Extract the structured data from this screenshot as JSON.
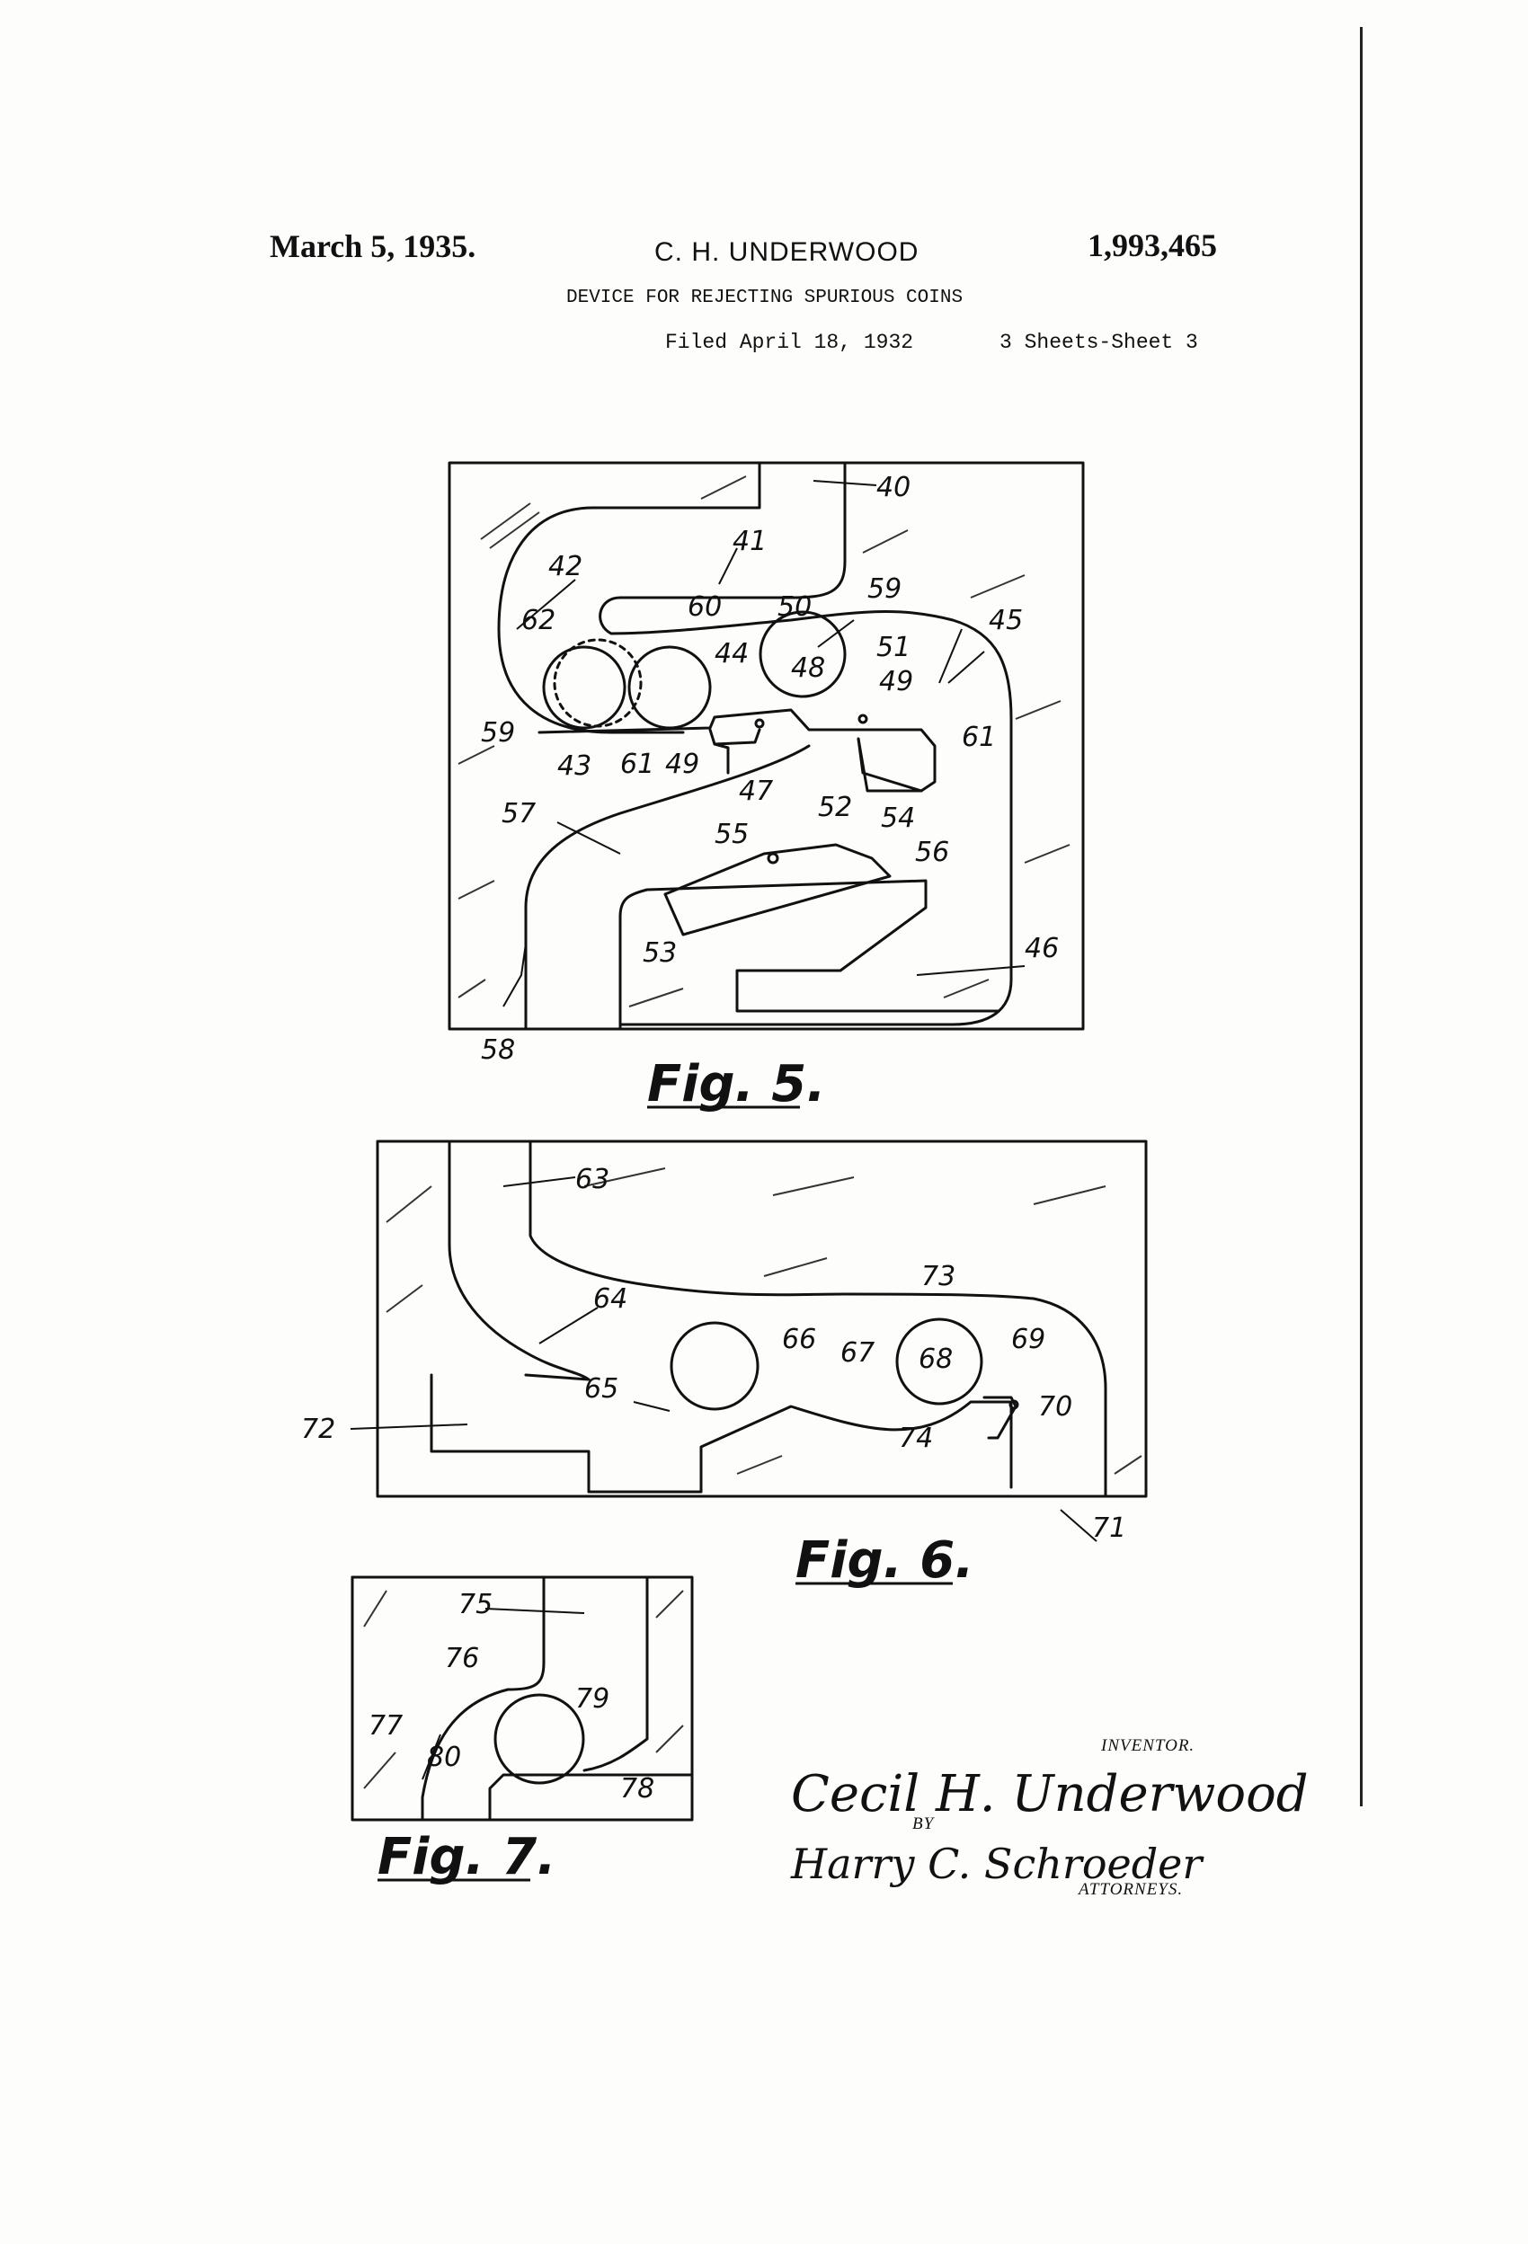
{
  "header": {
    "date": "March 5, 1935.",
    "inventor_name": "C. H. UNDERWOOD",
    "patent_number": "1,993,465",
    "title": "DEVICE FOR REJECTING SPURIOUS COINS",
    "filed": "Filed April 18, 1932",
    "sheets": "3 Sheets-Sheet 3"
  },
  "figures": {
    "fig5": {
      "caption": "Fig. 5.",
      "refs": {
        "r40": "40",
        "r41": "41",
        "r42": "42",
        "r62": "62",
        "r60": "60",
        "r50": "50",
        "r59": "59",
        "r45": "45",
        "r44": "44",
        "r48": "48",
        "r51": "51",
        "r49a": "49",
        "r61a": "61",
        "r59b": "59",
        "r43": "43",
        "r61b": "61",
        "r49b": "49",
        "r47": "47",
        "r52": "52",
        "r57": "57",
        "r55": "55",
        "r54": "54",
        "r56": "56",
        "r53": "53",
        "r46": "46",
        "r58": "58"
      }
    },
    "fig6": {
      "caption": "Fig. 6.",
      "refs": {
        "r63": "63",
        "r73": "73",
        "r64": "64",
        "r66": "66",
        "r67": "67",
        "r68": "68",
        "r69": "69",
        "r65": "65",
        "r70": "70",
        "r72": "72",
        "r74": "74",
        "r71": "71"
      }
    },
    "fig7": {
      "caption": "Fig. 7.",
      "refs": {
        "r75": "75",
        "r76": "76",
        "r79": "79",
        "r77": "77",
        "r80": "80",
        "r78": "78"
      }
    }
  },
  "signature": {
    "inventor_label": "INVENTOR.",
    "inventor_signature": "Cecil H. Underwood",
    "by": "BY",
    "attorney_signature": "Harry C. Schroeder",
    "attorneys_label": "ATTORNEYS."
  }
}
